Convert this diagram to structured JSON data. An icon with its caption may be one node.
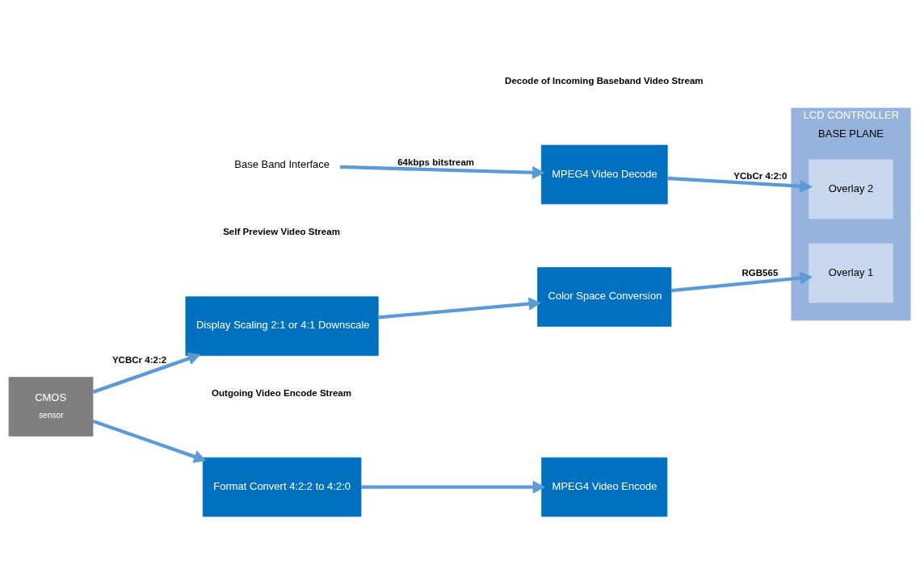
{
  "diagram": {
    "nodes": [
      {
        "text": [
          "CMOS",
          "sensor"
        ]
      },
      {
        "text": [
          "Display Scaling 2:1 or 4:1 Downscale"
        ]
      },
      {
        "text": [
          "Color Space Conversion"
        ]
      },
      {
        "text": [
          "Format Convert 4:2:2 to 4:2:0"
        ]
      },
      {
        "text": [
          "MPEG4 Video Encode"
        ]
      },
      {
        "text": [
          "Base Band Interface"
        ]
      },
      {
        "text": [
          "MPEG4 Video Decode"
        ]
      },
      {
        "text": [
          "LCD CONTROLLER",
          "BASE PLANE"
        ]
      },
      {
        "text": [
          "Overlay 1"
        ],
        "in": 7
      },
      {
        "text": [
          "Overlay 2"
        ],
        "in": 7
      }
    ],
    "edges": [
      {
        "from": 0,
        "to": 1,
        "arrow": "to",
        "label": "YCBCr 4:2:2"
      },
      {
        "from": 0,
        "to": 3,
        "arrow": "to"
      },
      {
        "from": 1,
        "to": 2,
        "arrow": "to"
      },
      {
        "from": 2,
        "to": 8,
        "arrow": "to",
        "label": "RGB565"
      },
      {
        "from": 3,
        "to": 4,
        "arrow": "to"
      },
      {
        "from": 5,
        "to": 6,
        "arrow": "to",
        "label": "64kbps bitstream"
      },
      {
        "from": 6,
        "to": 9,
        "arrow": "to",
        "label": "YCbCr 4:2:0"
      }
    ],
    "labels": [
      "Self Preview Video Stream",
      "Outgoing Video Encode Stream",
      "Decode of Incoming Baseband Video Stream"
    ]
  }
}
